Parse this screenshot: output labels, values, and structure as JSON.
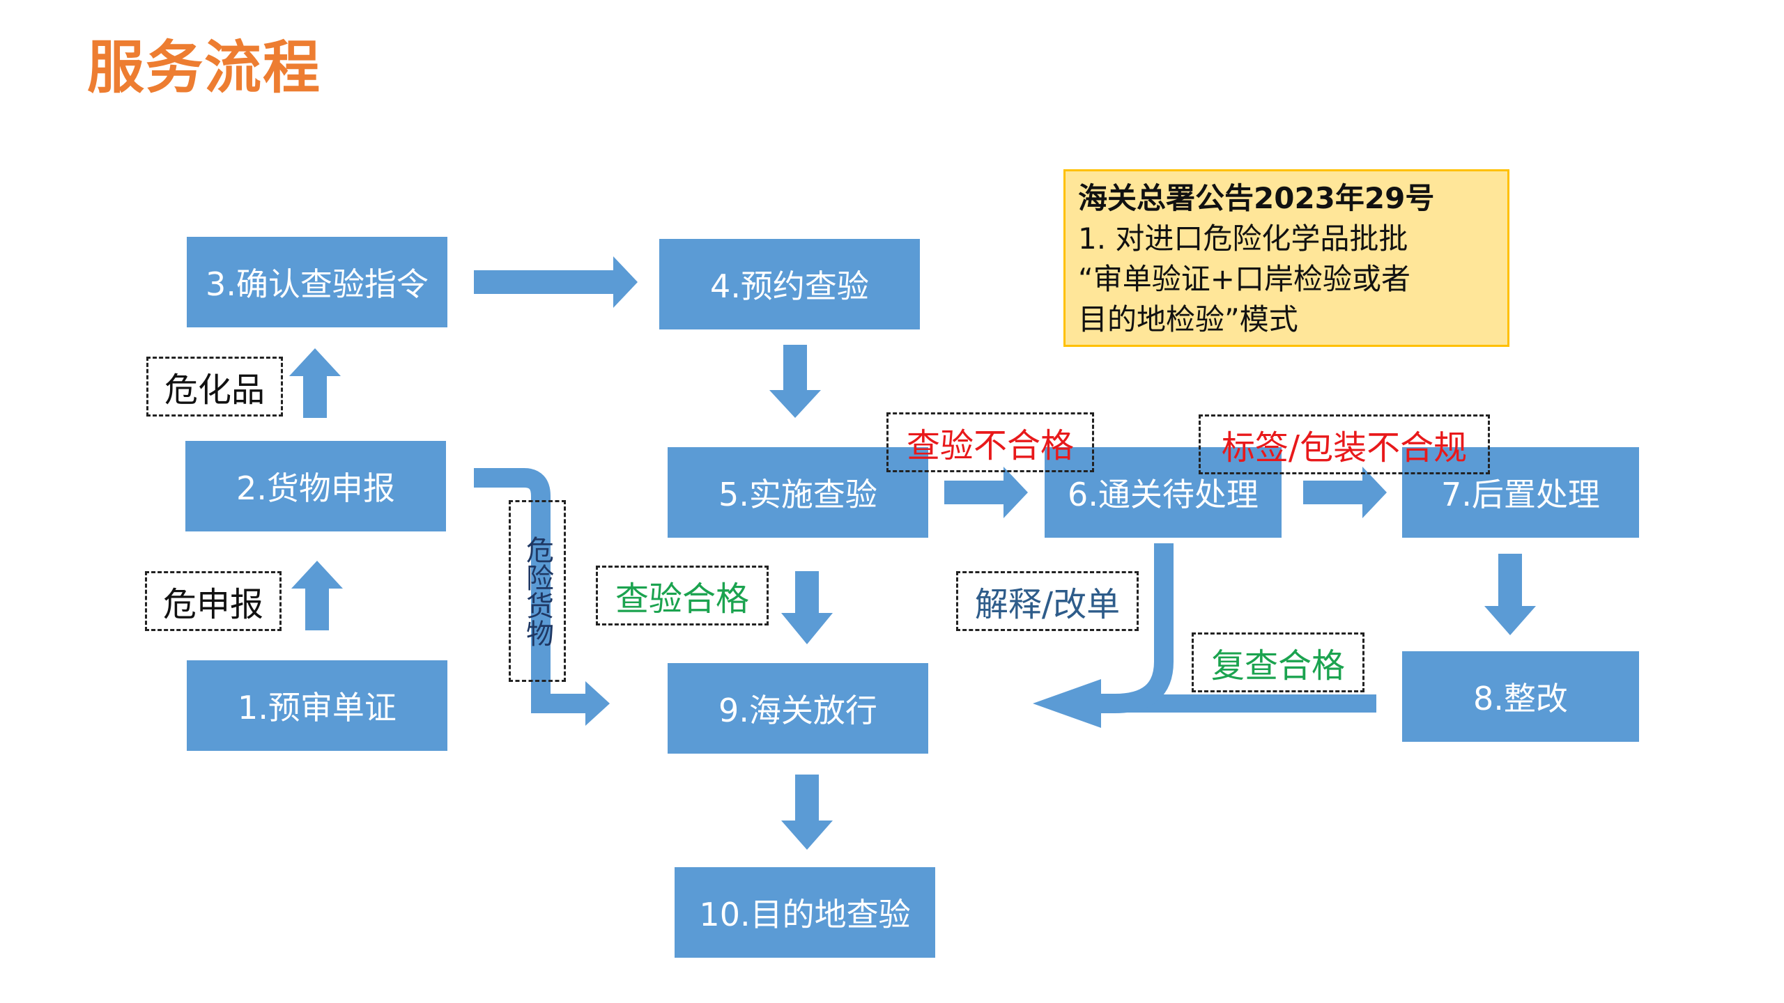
{
  "title": "服务流程",
  "steps": {
    "s1": "1.预审单证",
    "s2": "2.货物申报",
    "s3": "3.确认查验指令",
    "s4": "4.预约查验",
    "s5": "5.实施查验",
    "s6": "6.通关待处理",
    "s7": "7.后置处理",
    "s8": "8.整改",
    "s9": "9.海关放行",
    "s10": "10.目的地查验"
  },
  "labels": {
    "wei_shen_bao": "危申报",
    "wei_hua_pin": "危化品",
    "wei_xian_huo_wu": "危险货物",
    "cha_yan_he_ge": "查验合格",
    "cha_yan_bu_he_ge": "查验不合格",
    "biao_qian": "标签/包装不合规",
    "jie_shi_gai_dan": "解释/改单",
    "fu_cha_he_ge": "复查合格"
  },
  "notice": {
    "heading": "海关总署公告2023年29号",
    "line1": "1. 对进口危险化学品批批",
    "line2": "“审单验证+口岸检验或者",
    "line3": "目的地检验”模式"
  },
  "colors": {
    "title": "#ED7D31",
    "box": "#5B9BD5",
    "arrow": "#5B9BD5",
    "notice_bg": "#FFE699",
    "notice_border": "#FFC000",
    "red": "#E8191B",
    "green": "#1BA34F",
    "blue": "#2E5C8A"
  }
}
